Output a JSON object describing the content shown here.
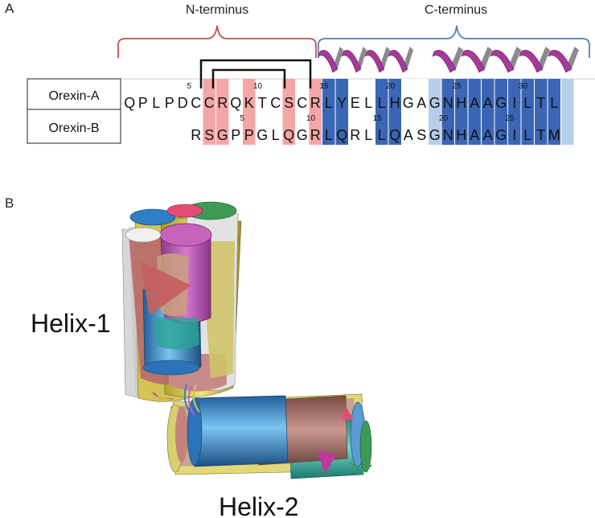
{
  "panels": {
    "a": {
      "label": "A",
      "n_terminus_label": "N-terminus",
      "c_terminus_label": "C-terminus",
      "row_labels": [
        "Orexin-A",
        "Orexin-B"
      ],
      "sequence_a": [
        "Q",
        "P",
        "L",
        "P",
        "D",
        "C",
        "C",
        "R",
        "Q",
        "K",
        "T",
        "C",
        "S",
        "C",
        "R",
        "L",
        "Y",
        "E",
        "L",
        "L",
        "H",
        "G",
        "A",
        "G",
        "N",
        "H",
        "A",
        "A",
        "G",
        "I",
        "L",
        "T",
        "L"
      ],
      "sequence_b": [
        "R",
        "S",
        "G",
        "P",
        "P",
        "G",
        "L",
        "Q",
        "G",
        "R",
        "L",
        "Q",
        "R",
        "L",
        "L",
        "Q",
        "A",
        "S",
        "G",
        "N",
        "H",
        "A",
        "A",
        "G",
        "I",
        "L",
        "T",
        "M"
      ],
      "number_labels_a": [
        {
          "text": "5",
          "col": 5
        },
        {
          "text": "10",
          "col": 10
        },
        {
          "text": "15",
          "col": 15
        },
        {
          "text": "20",
          "col": 20
        },
        {
          "text": "25",
          "col": 25
        },
        {
          "text": "30",
          "col": 30
        }
      ],
      "number_labels_b": [
        {
          "text": "5",
          "col": 9
        },
        {
          "text": "10",
          "col": 14
        },
        {
          "text": "15",
          "col": 19
        },
        {
          "text": "20",
          "col": 24
        },
        {
          "text": "25",
          "col": 29
        }
      ],
      "pink_cols": [
        6,
        7,
        9,
        12,
        14
      ],
      "dark_blue_cols": [
        15,
        16,
        19,
        20,
        24,
        25,
        26,
        27,
        28,
        29,
        30,
        31,
        32
      ],
      "light_blue_cols": [
        23,
        33
      ],
      "colors": {
        "n_bracket": "#c0504d",
        "c_bracket": "#4f81bd",
        "pink": "#f4a6a6",
        "dark_blue": "#3a66b5",
        "light_blue": "#b8cdea",
        "helix": "#a6399a",
        "helix_back": "#8a8a8a"
      }
    },
    "b": {
      "label": "B",
      "helix1_label": "Helix-1",
      "helix2_label": "Helix-2",
      "cylinder_colors": [
        "#d4c54a",
        "#bd6a6a",
        "#3a8fd0",
        "#c05cb6",
        "#2fb3a3",
        "#e8e8e8",
        "#3c9a55",
        "#c98a8a",
        "#d9cc63",
        "#b8dce8"
      ]
    }
  }
}
